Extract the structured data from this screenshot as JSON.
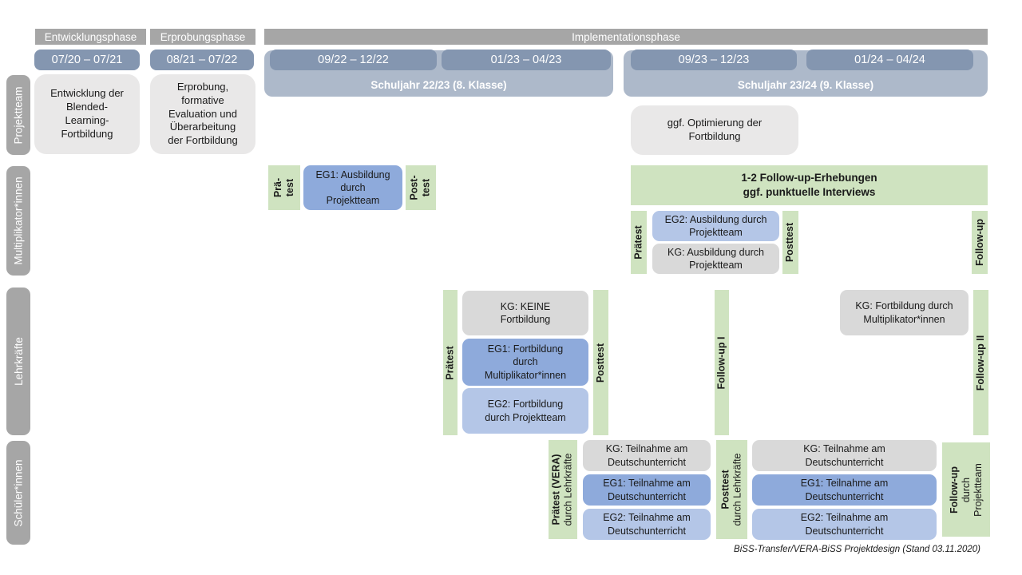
{
  "phases": [
    "Entwicklungsphase",
    "Erprobungsphase",
    "Implementationsphase"
  ],
  "dates": [
    "07/20 – 07/21",
    "08/21 – 07/22",
    "09/22 – 12/22",
    "01/23 – 04/23",
    "09/23 – 12/23",
    "01/24 – 04/24"
  ],
  "school_years": [
    "Schuljahr 22/23 (8. Klasse)",
    "Schuljahr 23/24 (9. Klasse)"
  ],
  "row_labels": [
    "Projektteam",
    "Multiplikator*innen",
    "Lehrkräfte",
    "Schüler*innen"
  ],
  "projektteam": {
    "entwicklung": "Entwicklung der\nBlended-\nLearning-\nFortbildung",
    "erprobung": "Erprobung,\nformative\nEvaluation und\nÜberarbeitung\nder Fortbildung",
    "optimierung": "ggf. Optimierung der\nFortbildung"
  },
  "multiplikatoren": {
    "praetest1": "Prä-\ntest",
    "eg1": "EG1: Ausbildung\ndurch\nProjektteam",
    "posttest1": "Post-\ntest",
    "followup_box": "1-2 Follow-up-Erhebungen\nggf. punktuelle Interviews",
    "praetest2": "Prätest",
    "eg2": "EG2: Ausbildung durch\nProjektteam",
    "kg": "KG: Ausbildung durch\nProjektteam",
    "posttest2": "Posttest",
    "followup": "Follow-up"
  },
  "lehrkraefte": {
    "praetest": "Prätest",
    "kg": "KG: KEINE\nFortbildung",
    "eg1": "EG1: Fortbildung\ndurch\nMultiplikator*innen",
    "eg2": "EG2: Fortbildung\ndurch Projektteam",
    "posttest": "Posttest",
    "followup1": "Follow-up I",
    "kg2": "KG: Fortbildung durch\nMultiplikator*innen",
    "followup2": "Follow-up II"
  },
  "schueler": {
    "praetest_title": "Prätest (VERA)",
    "praetest_sub": "durch Lehrkräfte",
    "kg": "KG: Teilnahme am\nDeutschunterricht",
    "eg1": "EG1: Teilnahme am\nDeutschunterricht",
    "eg2": "EG2: Teilnahme am\nDeutschunterricht",
    "posttest_title": "Posttest",
    "posttest_sub": "durch Lehrkräfte",
    "kg2": "KG: Teilnahme am\nDeutschunterricht",
    "eg1b": "EG1: Teilnahme am\nDeutschunterricht",
    "eg2b": "EG2: Teilnahme am\nDeutschunterricht",
    "followup_title": "Follow-up",
    "followup_sub": "durch\nProjektteam"
  },
  "footer": "BiSS-Transfer/VERA-BiSS Projektdesign (Stand 03.11.2020)",
  "colors": {
    "phase_gray": "#a6a6a6",
    "date_blue": "#8496b0",
    "school_year_blue": "#adb9ca",
    "light_gray_box": "#e9e8e8",
    "kg_gray": "#d9d9d9",
    "eg1_blue": "#8eaadb",
    "eg2_blue": "#b4c6e7",
    "test_green": "#cfe3c0"
  }
}
